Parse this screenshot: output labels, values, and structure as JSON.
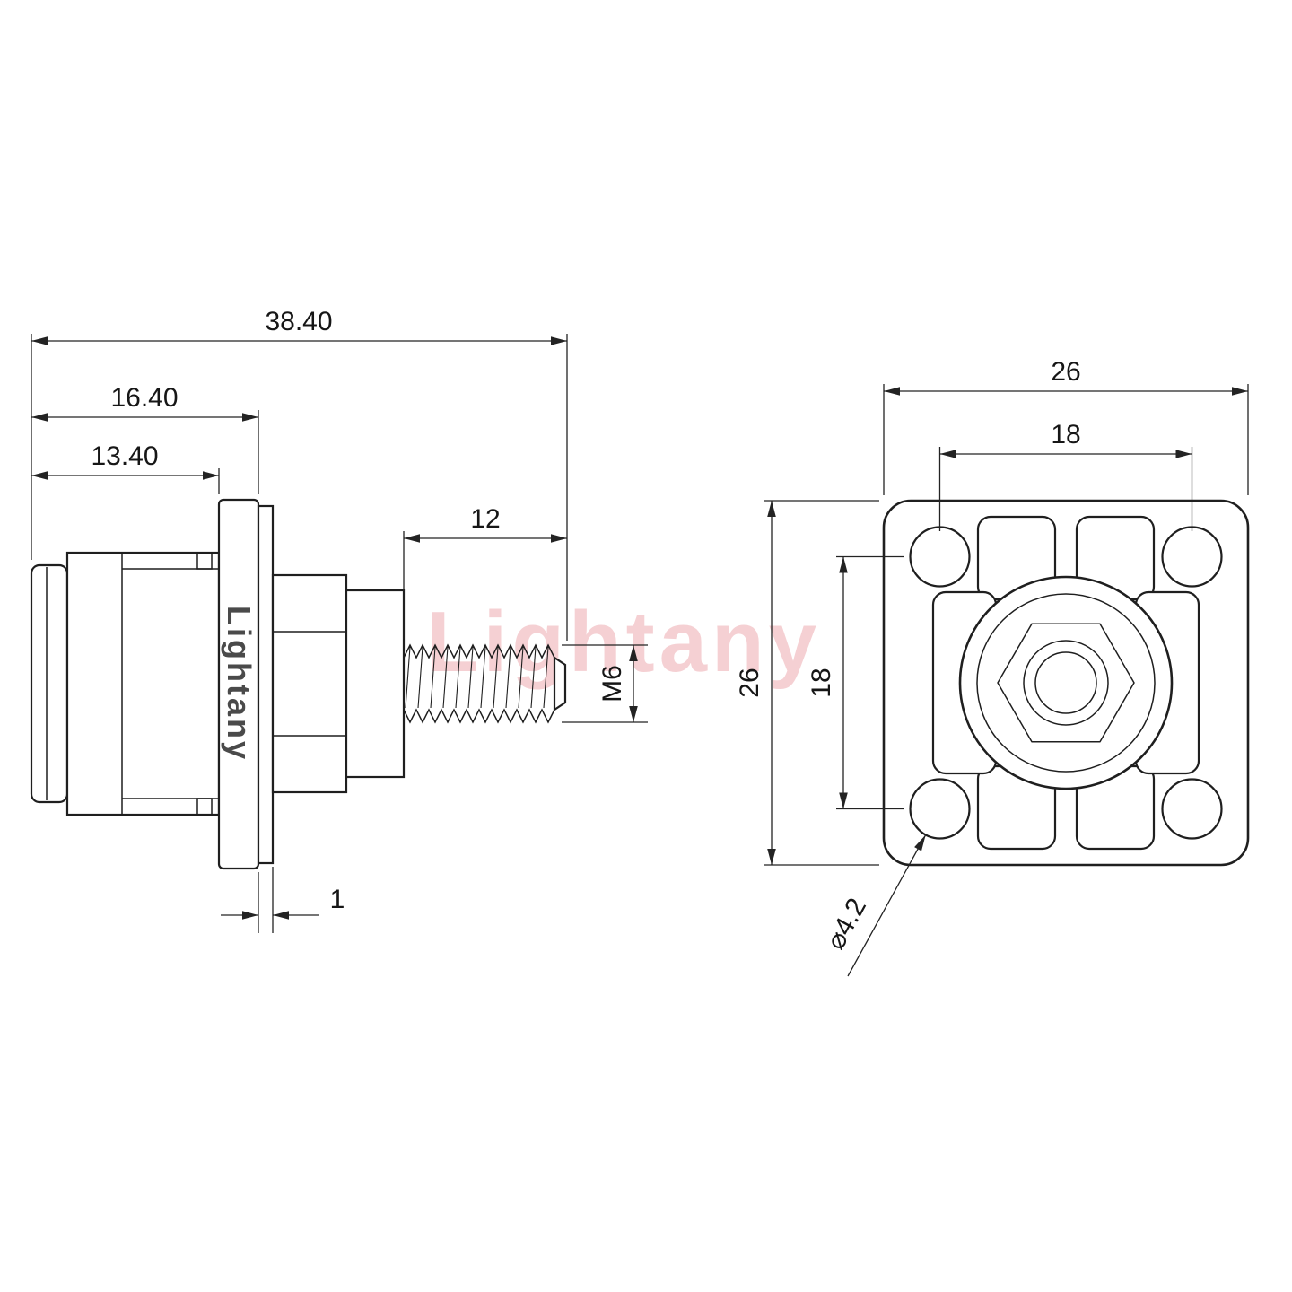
{
  "watermark": {
    "text": "Lightany",
    "color": "#edaab0"
  },
  "brand": {
    "text": "Lightany",
    "color": "#4a4a4a"
  },
  "side_view": {
    "dims": {
      "total_length": "38.40",
      "body_length": "16.40",
      "barrel_length": "13.40",
      "thread_length": "12",
      "thread_spec": "M6",
      "gasket_thickness": "1"
    }
  },
  "front_view": {
    "dims": {
      "flange_width": "26",
      "hole_pitch_h": "18",
      "flange_height": "26",
      "hole_pitch_v": "18",
      "hole_diameter": "⌀4.2"
    }
  }
}
